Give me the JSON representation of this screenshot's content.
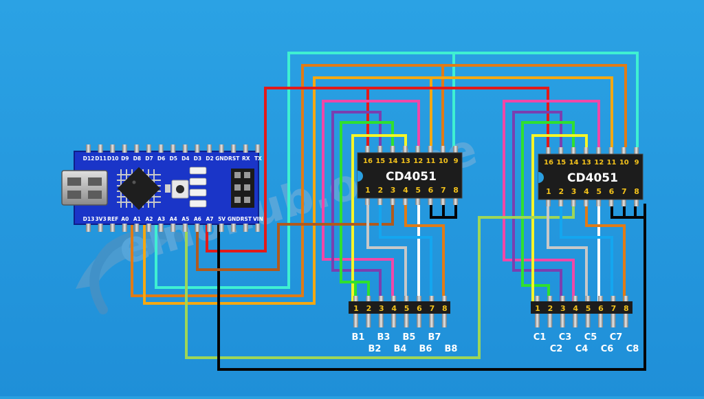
{
  "arduino": {
    "top_pins": [
      "D12",
      "D11",
      "D10",
      "D9",
      "D8",
      "D7",
      "D6",
      "D5",
      "D4",
      "D3",
      "D2",
      "GND",
      "RST",
      "RX",
      "TX"
    ],
    "bottom_pins": [
      "D13",
      "3V3",
      "REF",
      "A0",
      "A1",
      "A2",
      "A3",
      "A4",
      "A5",
      "A6",
      "A7",
      "5V",
      "GND",
      "RST",
      "VIN"
    ]
  },
  "ic1": {
    "label": "CD4051",
    "top_pins": [
      "16",
      "15",
      "14",
      "13",
      "12",
      "11",
      "10",
      "9"
    ],
    "bottom_pins": [
      "1",
      "2",
      "3",
      "4",
      "5",
      "6",
      "7",
      "8"
    ]
  },
  "ic2": {
    "label": "CD4051",
    "top_pins": [
      "16",
      "15",
      "14",
      "13",
      "12",
      "11",
      "10",
      "9"
    ],
    "bottom_pins": [
      "1",
      "2",
      "3",
      "4",
      "5",
      "6",
      "7",
      "8"
    ]
  },
  "header1": {
    "pins": [
      "1",
      "2",
      "3",
      "4",
      "5",
      "6",
      "7",
      "8"
    ],
    "labels_row1": [
      "B1",
      "B3",
      "B5",
      "B7"
    ],
    "labels_row2": [
      "B2",
      "B4",
      "B6",
      "B8"
    ]
  },
  "header2": {
    "pins": [
      "1",
      "2",
      "3",
      "4",
      "5",
      "6",
      "7",
      "8"
    ],
    "labels_row1": [
      "C1",
      "C3",
      "C5",
      "C7"
    ],
    "labels_row2": [
      "C2",
      "C4",
      "C6",
      "C8"
    ]
  },
  "watermark": "elnohub.online",
  "colors": {
    "background": "#2a9fe0",
    "board": "#1a35c8",
    "ic": "#1c1c1c",
    "pin_label": "#f3c21b",
    "wire_cyan": "#3ff0d2",
    "wire_orange": "#e07b16",
    "wire_yellow_orange": "#f4a812",
    "wire_red": "#e21a1a",
    "wire_pink": "#f048a8",
    "wire_purple": "#7a3fb0",
    "wire_green": "#2fe02f",
    "wire_yellow": "#f5f528",
    "wire_lightgreen": "#9ed658",
    "wire_black": "#050505",
    "wire_gray": "#c8c8c8",
    "wire_white": "#ffffff",
    "wire_skyblue": "#14a6ef",
    "wire_brown": "#b05a1e"
  }
}
